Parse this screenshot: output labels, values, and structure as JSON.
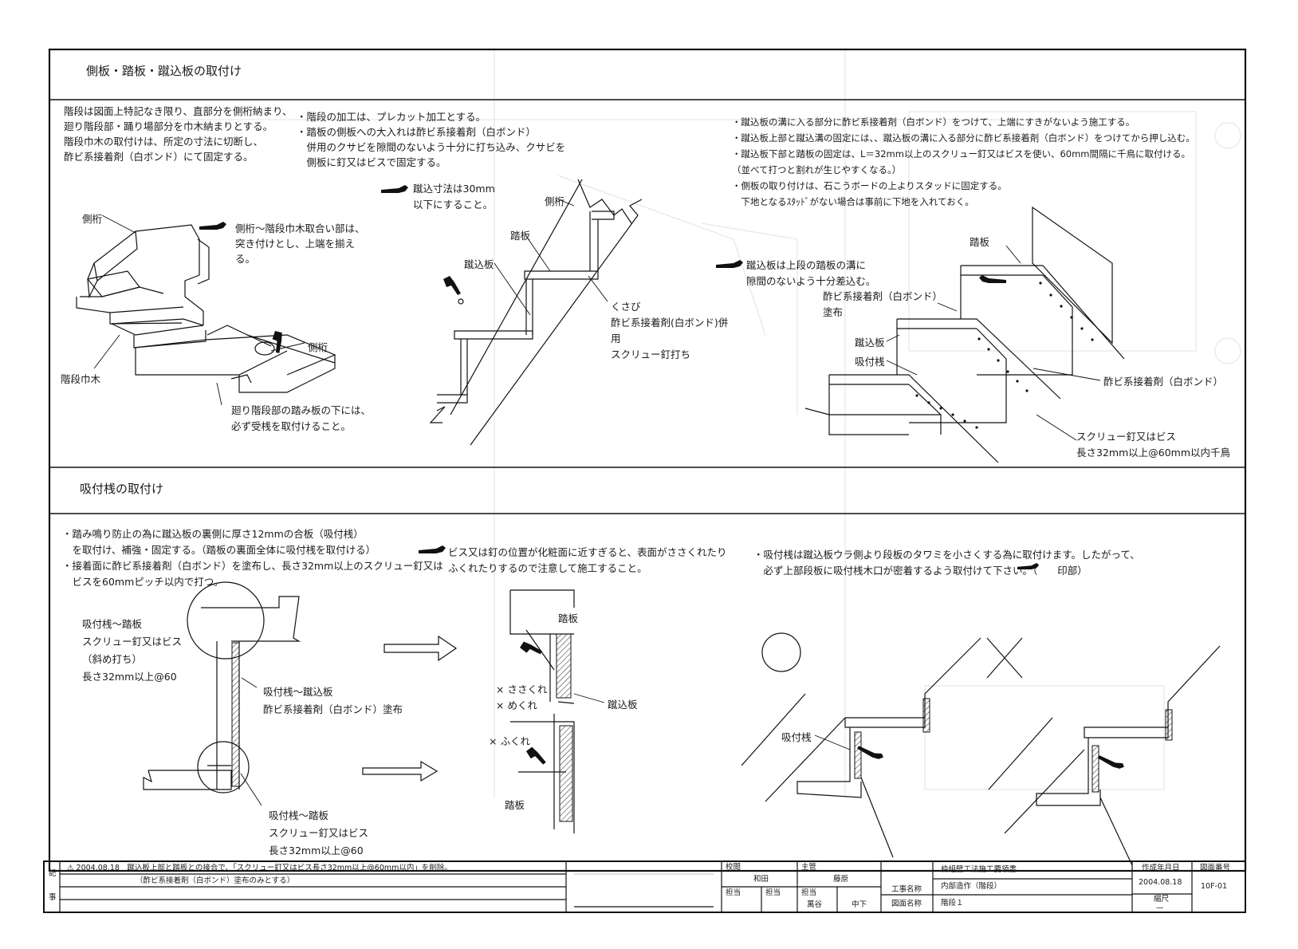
{
  "section1": {
    "title": "側板・踏板・蹴込板の取付け",
    "note_left": [
      "階段は図面上特記なき限り、直部分を側桁納まり、",
      "廻り階段部・踊り場部分を巾木納まりとする。",
      "階段巾木の取付けは、所定の寸法に切断し、",
      "酢ビ系接着剤（白ボンド）にて固定する。"
    ],
    "note_middle": [
      "・階段の加工は、プレカット加工とする。",
      "・踏板の側板への大入れは酢ビ系接着剤（白ボンド）",
      "　併用のクサビを隙間のないよう十分に打ち込み、クサビを",
      "　側板に釘又はビスで固定する。"
    ],
    "note_right": [
      "・蹴込板の溝に入る部分に酢ビ系接着剤（白ボンド）をつけて、上端にすきがないよう施工する。",
      "・蹴込板上部と蹴込溝の固定には、、蹴込板の溝に入る部分に酢ビ系接着剤（白ボンド）をつけてから押し込む。",
      "・蹴込板下部と踏板の固定は、L＝32mm以上のスクリュー釘又はビスを使い、60mm間隔に千鳥に取付ける。",
      "（並べて打つと割れが生じやすくなる。）",
      "・側板の取り付けは、石こうボードの上よりスタッドに固定する。",
      "　下地となるｽﾀｯﾄﾞがない場合は事前に下地を入れておく。"
    ],
    "fig1": {
      "label_side_girder_top": "側桁",
      "callout_abut": [
        "側桁～階段巾木取合い部は、",
        "突き付けとし、上端を揃え",
        "る。"
      ],
      "label_side_girder": "側桁",
      "label_baseboard": "階段巾木",
      "callout_receiver": [
        "廻り階段部の踏み板の下には、",
        "必ず受桟を取付けること。"
      ]
    },
    "fig2": {
      "callout_riser": [
        "蹴込寸法は30mm",
        "以下にすること。"
      ],
      "label_side_girder": "側桁",
      "label_tread": "踏板",
      "label_riser": "蹴込板",
      "label_wedge": [
        "くさび",
        "酢ビ系接着剤(白ボンド)併",
        "用",
        "スクリュー釘打ち"
      ]
    },
    "fig3": {
      "label_tread": "踏板",
      "callout_groove": [
        "蹴込板は上段の踏板の溝に",
        "隙間のないよう十分差込む。"
      ],
      "label_glue_coat": [
        "酢ビ系接着剤（白ボンド）",
        "塗布"
      ],
      "label_riser": "蹴込板",
      "label_cleat": "吸付桟",
      "label_glue": "酢ビ系接着剤（白ボンド）",
      "label_screw": [
        "スクリュー釘又はビス",
        "長さ32mm以上@60mm以内千鳥"
      ]
    }
  },
  "section2": {
    "title": "吸付桟の取付け",
    "note_left": [
      "・踏み鳴り防止の為に蹴込板の裏側に厚さ12mmの合板（吸付桟）",
      "　を取付け、補強・固定する。（踏板の裏面全体に吸付桟を取付ける）",
      "・接着面に酢ビ系接着剤（白ボンド）を塗布し、長さ32mm以上のスクリュー釘又は",
      "　ビスを60mmピッチ以内で打つ。"
    ],
    "note_middle": [
      "ビス又は釘の位置が化粧面に近すぎると、表面がささくれたり",
      "ふくれたりするので注意して施工すること。"
    ],
    "note_right": [
      "・吸付桟は蹴込板ウラ側より段板のタワミを小さくする為に取付けます。したがって、",
      "　必ず上部段板に吸付桟木口が密着するよう取付けて下さい。（　　印部）"
    ],
    "fig4": {
      "label_top": [
        "吸付桟～踏板",
        "スクリュー釘又はビス",
        "（斜め打ち）",
        "長さ32mm以上@60"
      ],
      "label_mid": [
        "吸付桟～蹴込板",
        "酢ビ系接着剤（白ボンド）塗布"
      ],
      "label_bottom": [
        "吸付桟～踏板",
        "スクリュー釘又はビス",
        "長さ32mm以上@60"
      ]
    },
    "fig5": {
      "label_tread_top": "踏板",
      "label_splinter": "× ささくれ",
      "label_peel": "× めくれ",
      "label_riser": "蹴込板",
      "label_bulge": "× ふくれ",
      "label_tread_bottom": "踏板"
    },
    "fig6": {
      "label_cleat": "吸付桟"
    }
  },
  "titleblock": {
    "side_label_1": "記",
    "side_label_2": "事",
    "revision_line1": "⚠ 2004.08.18　蹴込板上部と踏板との接合で、「スクリュー釘又はビス長さ32mm以上@60mm以内」を削除。",
    "revision_line2": "（酢ビ系接着剤（白ボンド）塗布のみとする）",
    "checked_label": "校閲",
    "checked_value": "和田",
    "manager_label": "主管",
    "manager_value": "藤原",
    "charge_label_1": "担当",
    "charge_label_2": "担当",
    "charge_label_3": "担当",
    "charge_value_1": "萬谷",
    "charge_value_2": "中下",
    "project_label": "工事名称",
    "project_value_1": "枠組壁工法施工要領書",
    "project_value_2": "内部造作（階段）",
    "drawing_label": "図面名称",
    "drawing_value": "階段１",
    "date_label": "作成年月日",
    "date_value": "2004.08.18",
    "scale_label": "縮尺",
    "scale_value": "—",
    "number_label": "図面番号",
    "number_value": "10F-01"
  },
  "icons": [
    "pointing-hand-icon",
    "hammer-icon",
    "arrow-right-icon",
    "circle-mark-icon",
    "cross-mark-icon"
  ]
}
